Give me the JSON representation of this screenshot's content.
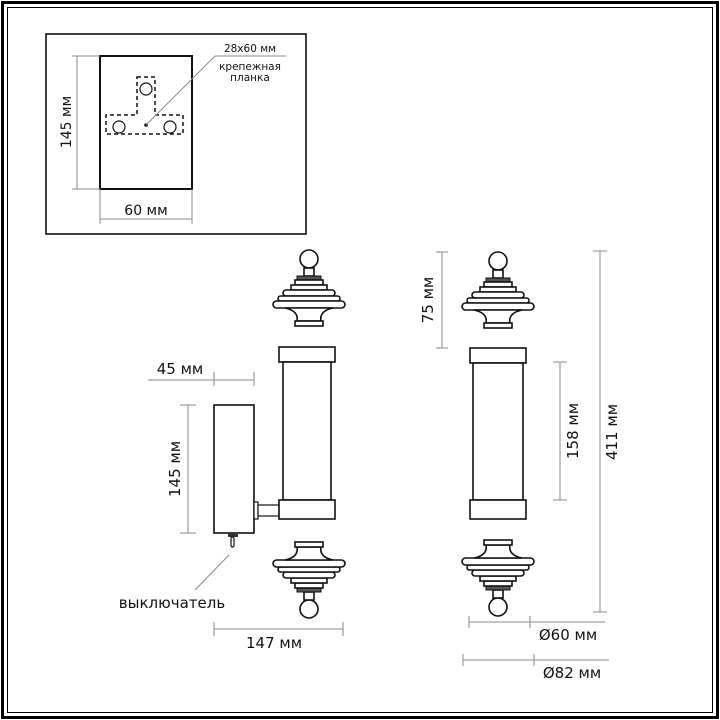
{
  "inset": {
    "plate_size": "28x60 мм",
    "plate_label_line1": "крепежная",
    "plate_label_line2": "планка",
    "height": "145 мм",
    "width": "60 мм"
  },
  "side_view": {
    "arm_depth": "45 мм",
    "base_height": "145 мм",
    "switch_label": "выключатель",
    "total_depth": "147 мм"
  },
  "front_view": {
    "finial_height": "75 мм",
    "shade_height": "158 мм",
    "total_height": "411 мм",
    "shade_diameter": "Ø60 мм",
    "cap_diameter": "Ø82 мм"
  },
  "colors": {
    "line": "#111111",
    "dimension": "#8a8a8a",
    "background": "#ffffff"
  }
}
